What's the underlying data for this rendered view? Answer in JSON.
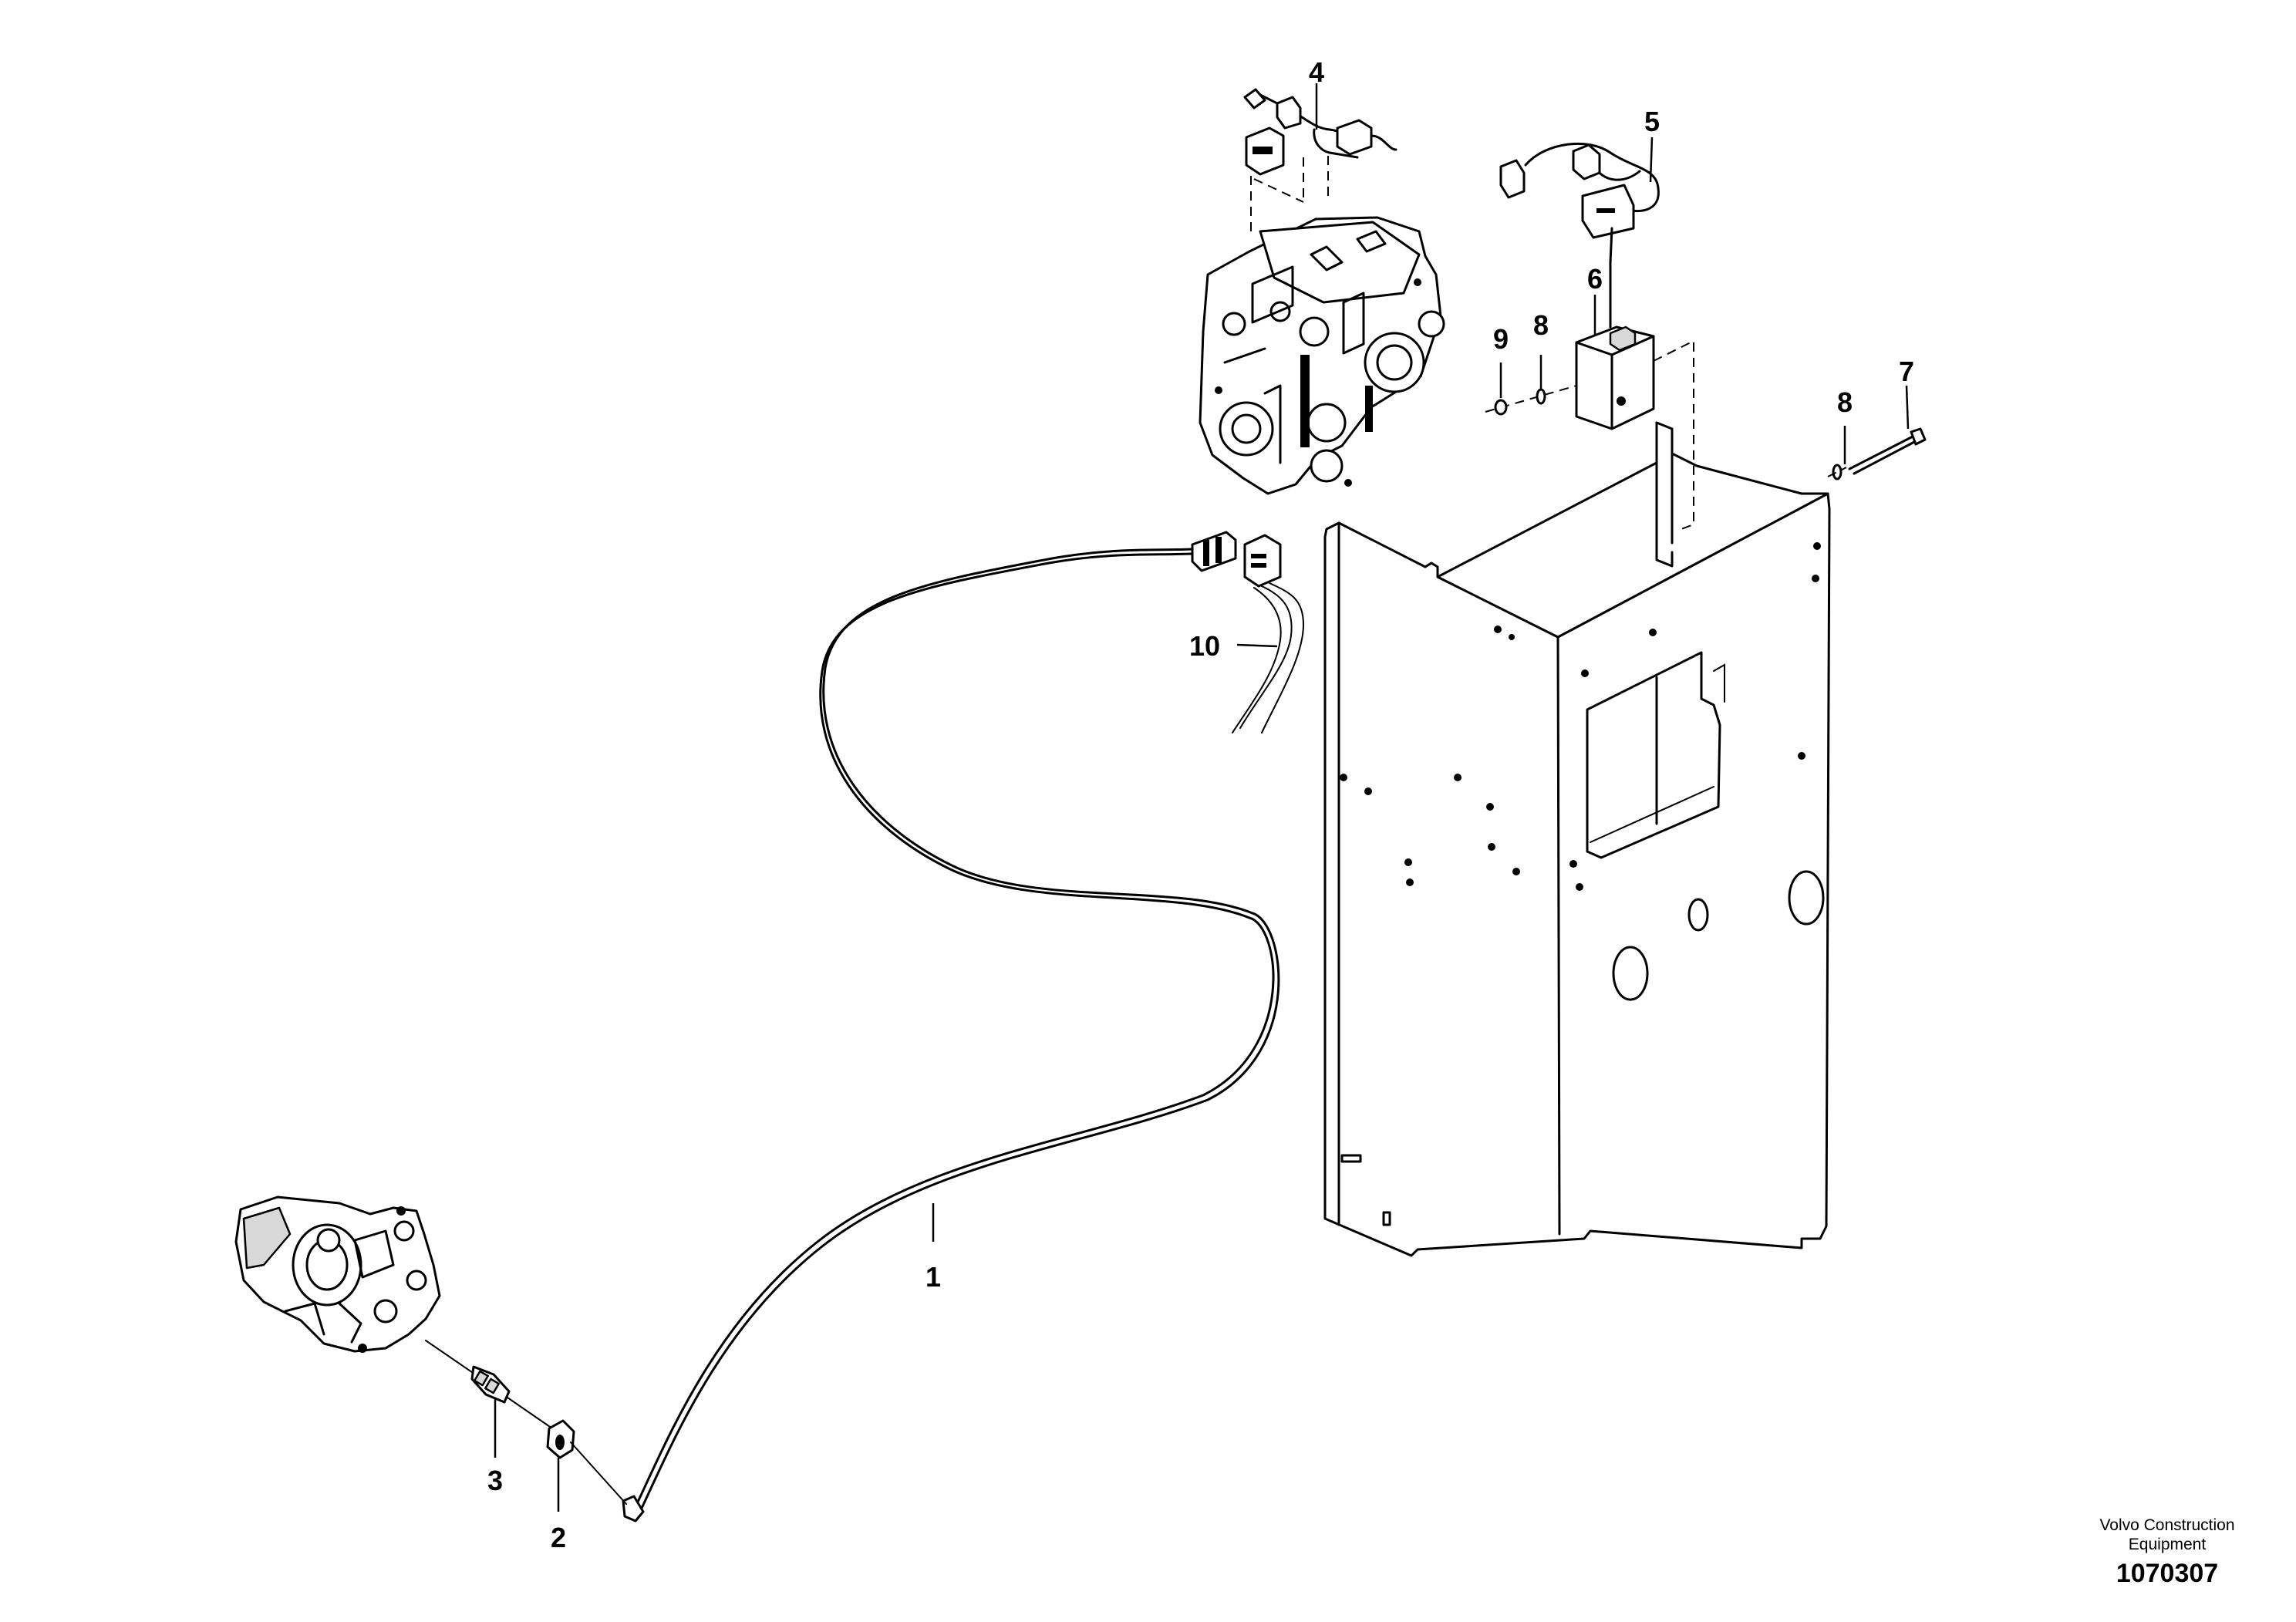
{
  "callouts": [
    "1",
    "2",
    "3",
    "4",
    "5",
    "6",
    "7",
    "8",
    "8",
    "9",
    "10"
  ],
  "footer": {
    "company_line1": "Volvo Construction",
    "company_line2": "Equipment",
    "figure_number": "1070307"
  }
}
